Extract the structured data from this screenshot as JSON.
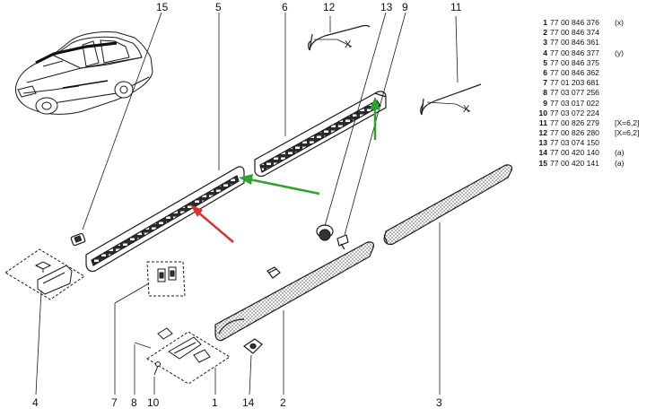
{
  "callouts": {
    "n1": "1",
    "n2": "2",
    "n3": "3",
    "n4": "4",
    "n5": "5",
    "n6": "6",
    "n7": "7",
    "n8": "8",
    "n9": "9",
    "n10": "10",
    "n11": "11",
    "n12": "12",
    "n13": "13",
    "n14": "14",
    "n15": "15"
  },
  "dimension_label": "X",
  "parts": [
    {
      "num": "1",
      "ref": "77 00 846 376",
      "note": "(x)"
    },
    {
      "num": "2",
      "ref": "77 00 846 374",
      "note": ""
    },
    {
      "num": "3",
      "ref": "77 00 846 361",
      "note": ""
    },
    {
      "num": "4",
      "ref": "77 00 846 377",
      "note": "(y)"
    },
    {
      "num": "5",
      "ref": "77 00 846 375",
      "note": ""
    },
    {
      "num": "6",
      "ref": "77 00 846 362",
      "note": ""
    },
    {
      "num": "7",
      "ref": "77 01 203 681",
      "note": ""
    },
    {
      "num": "8",
      "ref": "77 03 077 256",
      "note": ""
    },
    {
      "num": "9",
      "ref": "77 03 017 022",
      "note": ""
    },
    {
      "num": "10",
      "ref": "77 03 072 224",
      "note": ""
    },
    {
      "num": "11",
      "ref": "77 00 826 279",
      "note": "[X=6,2]"
    },
    {
      "num": "12",
      "ref": "77 00 826 280",
      "note": "[X=6,2]"
    },
    {
      "num": "13",
      "ref": "77 03 074 150",
      "note": ""
    },
    {
      "num": "14",
      "ref": "77 00 420 140",
      "note": "(a)"
    },
    {
      "num": "15",
      "ref": "77 00 420 141",
      "note": "(a)"
    }
  ],
  "colors": {
    "line": "#1a1a1a",
    "arrow_green": "#2aa52a",
    "arrow_red": "#d93030",
    "background": "#ffffff"
  }
}
